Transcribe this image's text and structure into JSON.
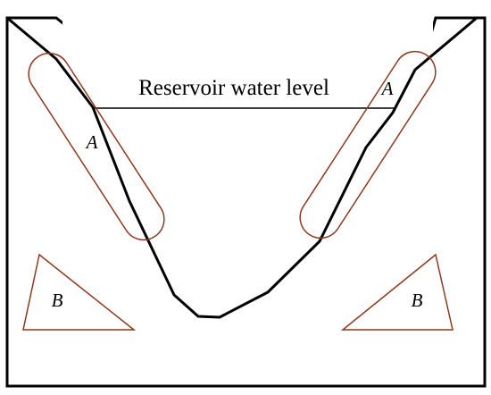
{
  "diagram": {
    "water_level_label": "Reservoir water level",
    "zone_a_label": "A",
    "zone_b_label": "B"
  },
  "colors": {
    "outline": "#000000",
    "zone": "#8b3a1e",
    "background": "#ffffff"
  }
}
